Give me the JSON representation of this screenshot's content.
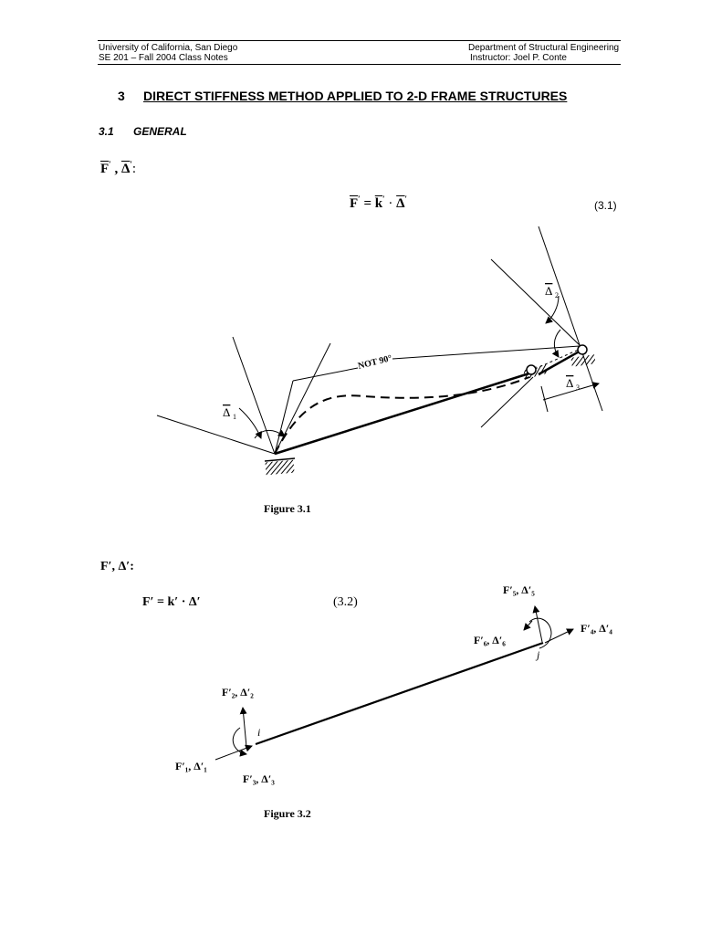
{
  "header": {
    "left_line1": "University of California, San Diego",
    "left_line2": "SE 201 – Fall 2004 Class Notes",
    "right_line1": "Department of Structural Engineering",
    "right_line2": "Instructor: Joel P. Conte"
  },
  "chapter": {
    "number": "3",
    "title": "DIRECT STIFFNESS METHOD APPLIED TO 2-D FRAME STRUCTURES"
  },
  "section": {
    "number": "3.1",
    "title": "GENERAL"
  },
  "global_vars": {
    "F": "F",
    "comma": ",",
    "Delta": "Δ",
    "colon": ":"
  },
  "eq1": {
    "F": "F",
    "eq": "=",
    "k": "k",
    "dot": "·",
    "Delta": "Δ",
    "number": "(3.1)"
  },
  "fig1": {
    "caption": "Figure 3.1",
    "label_d1": "Δ",
    "label_d1_sub": "1",
    "label_d2": "Δ",
    "label_d2_sub": "2",
    "label_d3": "Δ",
    "label_d3_sub": "3",
    "note": "NOT 90°"
  },
  "local_vars": {
    "text": "F′, Δ′:"
  },
  "eq2": {
    "text": "F′ = k′ · Δ′",
    "number": "(3.2)"
  },
  "fig2": {
    "caption": "Figure 3.2",
    "node_i": "i",
    "node_j": "j",
    "f1": "F′₁, Δ′₁",
    "f2": "F′₂, Δ′₂",
    "f3": "F′₃, Δ′₃",
    "f4": "F′₄, Δ′₄",
    "f5": "F′₅, Δ′₅",
    "f6": "F′₆, Δ′₆"
  }
}
